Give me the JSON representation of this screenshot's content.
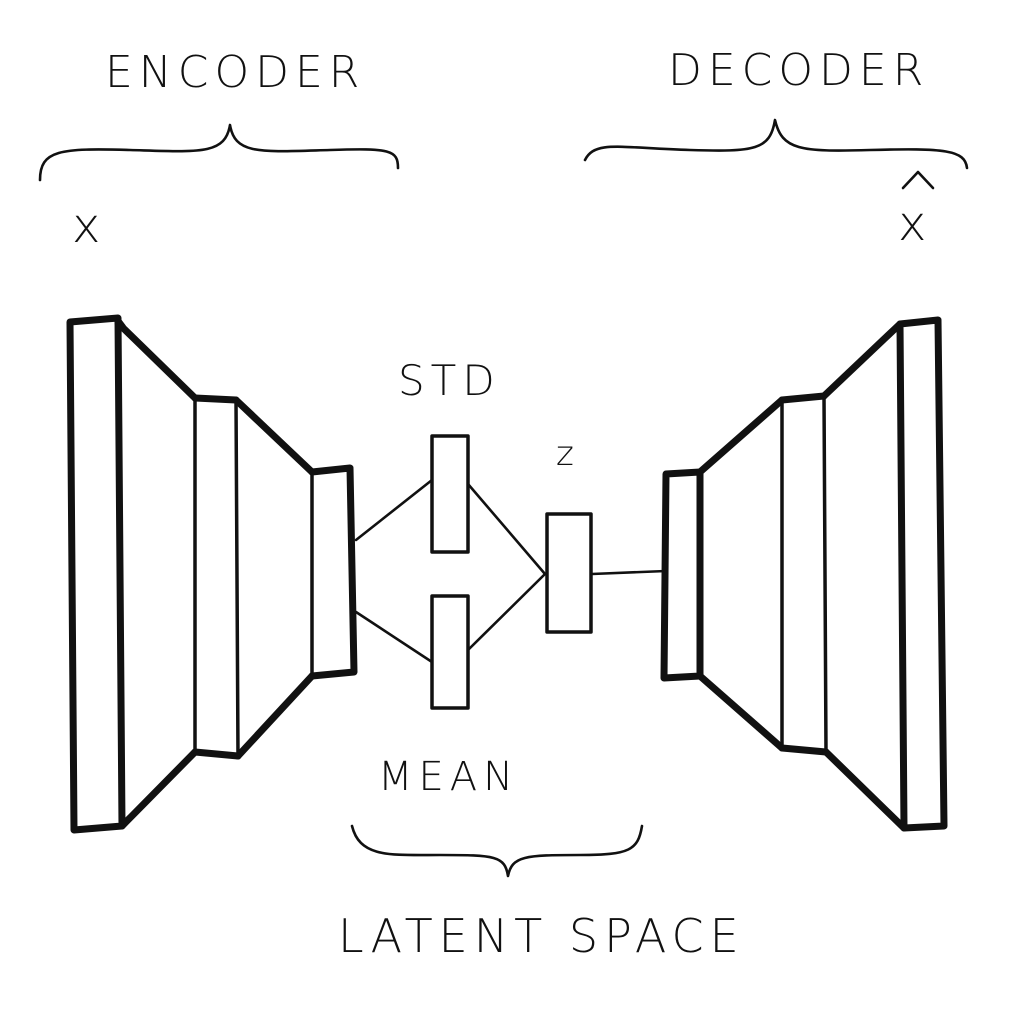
{
  "labels": {
    "encoder": "ENCODER",
    "decoder": "DECODER",
    "input": "x",
    "output": "x",
    "std": "STD",
    "z": "z",
    "mean": "MEAN",
    "latent_space": "LATENT SPACE"
  }
}
